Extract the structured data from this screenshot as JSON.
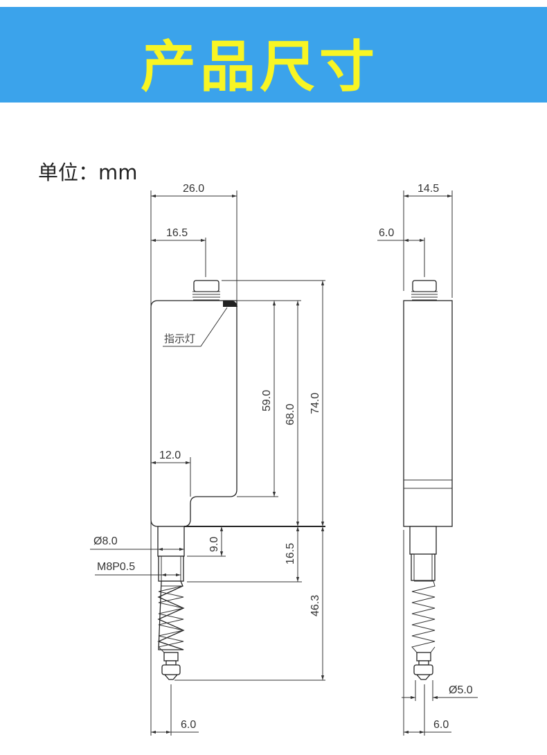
{
  "header": {
    "title": "产品尺寸",
    "background": "#3ba3eb",
    "title_color": "#f8f524"
  },
  "unit_label": "单位：mm",
  "front_view": {
    "width_overall": "26.0",
    "connector_offset": "16.5",
    "height_59": "59.0",
    "height_68": "68.0",
    "height_74": "74.0",
    "step_width": "12.0",
    "stem_diameter": "Ø8.0",
    "thread": "M8P0.5",
    "stem_9": "9.0",
    "stem_16": "16.5",
    "stroke_length": "46.3",
    "tip_offset": "6.0",
    "indicator_label": "指示灯"
  },
  "side_view": {
    "width": "14.5",
    "connector_offset": "6.0",
    "tip_diameter": "Ø5.0",
    "tip_offset": "6.0"
  }
}
